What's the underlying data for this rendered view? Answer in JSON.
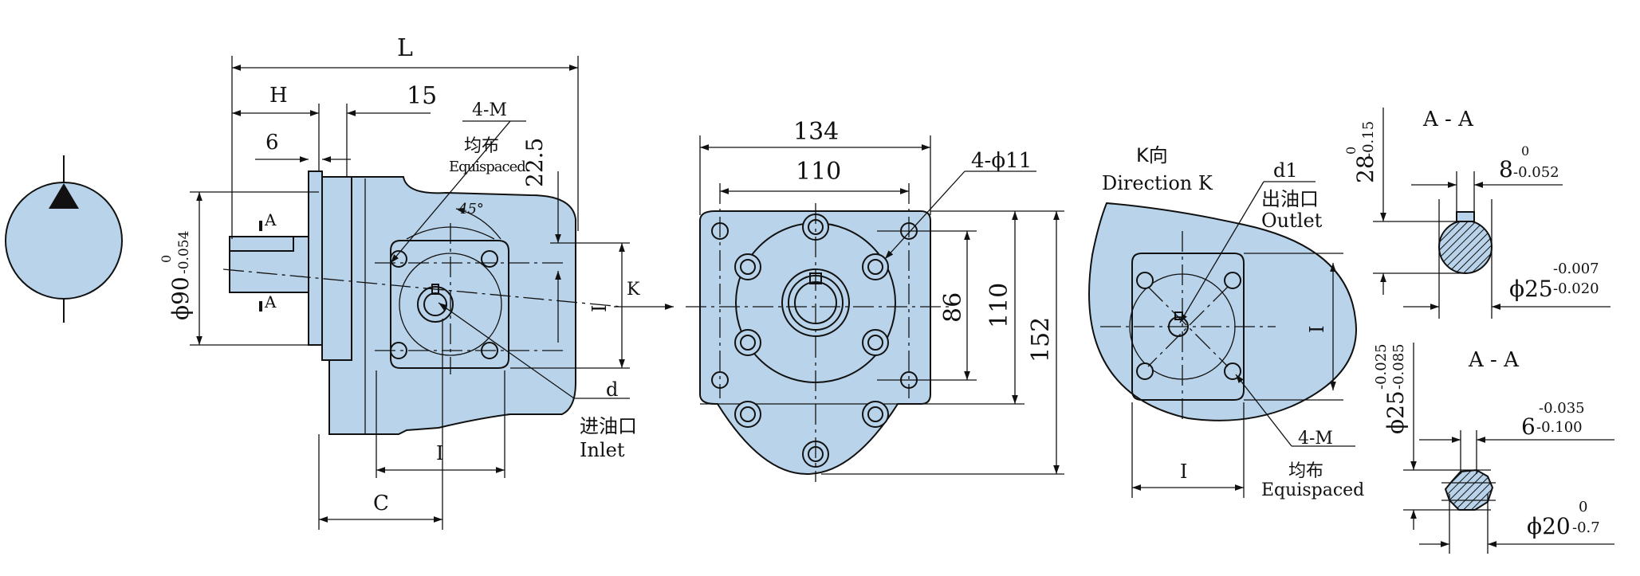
{
  "colors": {
    "body_fill": "#b9d4ea",
    "line": "#111111"
  },
  "symbol": {
    "icon": "hydraulic-pump-symbol-icon"
  },
  "side_view": {
    "dim_L": "L",
    "dim_H": "H",
    "dim_15": "15",
    "dim_6": "6",
    "dim_phi90": "ϕ90",
    "dim_phi90_upper": "0",
    "dim_phi90_lower": "-0.054",
    "dim_22_5": "22.5",
    "dim_C": "C",
    "dim_I_bottom": "I",
    "dim_I_right": "I",
    "section_a_top": "A",
    "section_a_bottom": "A",
    "view_arrow": "K",
    "angle_45": "45°",
    "ports_label": "4-M",
    "ports_cn": "均布",
    "ports_en": "Equispaced",
    "inlet_d": "d",
    "inlet_cn": "进油口",
    "inlet_en": "Inlet"
  },
  "front_view": {
    "dim_134": "134",
    "dim_110_top": "110",
    "bolts": "4-ϕ11",
    "dim_86": "86",
    "dim_110_side": "110",
    "dim_152": "152"
  },
  "k_view": {
    "title_cn": "K向",
    "title_en": "Direction K",
    "outlet_d1": "d1",
    "outlet_cn": "出油口",
    "outlet_en": "Outlet",
    "dim_I_side": "I",
    "dim_I_bottom": "I",
    "ports_label": "4-M",
    "ports_cn": "均布",
    "ports_en": "Equispaced"
  },
  "section_1": {
    "title": "A - A",
    "dim_28": "28",
    "dim_28_upper": "0",
    "dim_28_lower": "-0.15",
    "dim_8": "8",
    "dim_8_upper": "0",
    "dim_8_lower": "-0.052",
    "dim_phi25": "ϕ25",
    "dim_phi25_upper": "-0.007",
    "dim_phi25_lower": "-0.020"
  },
  "section_2": {
    "title": "A - A",
    "dim_phi25": "ϕ25",
    "dim_phi25_upper": "-0.025",
    "dim_phi25_lower": "-0.085",
    "dim_6": "6",
    "dim_6_upper": "-0.035",
    "dim_6_lower": "-0.100",
    "dim_phi20": "ϕ20",
    "dim_phi20_upper": "0",
    "dim_phi20_lower": "-0.7"
  }
}
